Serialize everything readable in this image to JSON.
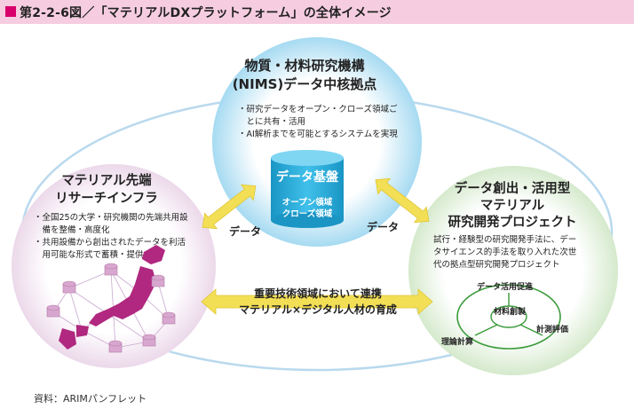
{
  "figure": {
    "title": "第2-2-6図／「マテリアルDXプラットフォーム」の全体イメージ",
    "source": "資料：ARIMパンフレット"
  },
  "nims": {
    "title_lines": [
      "物質・材料研究機構",
      "(NIMS)データ中核拠点"
    ],
    "bullets": [
      "・研究データをオープン・クローズ領域ご",
      "　とに共有・活用",
      "・AI解析までを可能とするシステムを実現"
    ],
    "database": {
      "label": "データ基盤",
      "sub_lines": [
        "オープン領域",
        "クローズ領域"
      ]
    }
  },
  "infra": {
    "title_lines": [
      "マテリアル先端",
      "リサーチインフラ"
    ],
    "bullets": [
      "・全国25の大学・研究機関の先端共用設",
      "　備を整備・高度化",
      "・共用設備から創出されたデータを利活",
      "　用可能な形式で蓄積・提供"
    ]
  },
  "project": {
    "title_lines": [
      "データ創出・活用型",
      "マテリアル",
      "研究開発プロジェクト"
    ],
    "desc_lines": [
      "試行・経験型の研究開発手法に、デー",
      "タサイエンス的手法を取り入れた次世",
      "代の拠点型研究開発プロジェクト"
    ],
    "cycle": {
      "outer_label": "データ活用促進",
      "inner_label": "材料創製",
      "left_label": "理論計算",
      "right_label": "計測評価"
    }
  },
  "flows": {
    "left_label": "データ",
    "right_label": "データ"
  },
  "center": {
    "lines": [
      "重要技術領域において連携",
      "マテリアル×デジタル人材の育成"
    ]
  },
  "colors": {
    "accent_magenta": "#d8006b",
    "header_band": "#f6cde0",
    "arrow_yellow": "#f3df56",
    "nims_circle": "#8fd1ee",
    "infra_circle": "#ecd8ea",
    "project_circle": "#cfe6c5",
    "database": "#21a8d6",
    "cycle_green": "#3a9a3a"
  },
  "icons": [
    "japan-map-icon",
    "equipment-cylinder-icon",
    "database-cylinder-icon",
    "double-arrow-icon"
  ]
}
